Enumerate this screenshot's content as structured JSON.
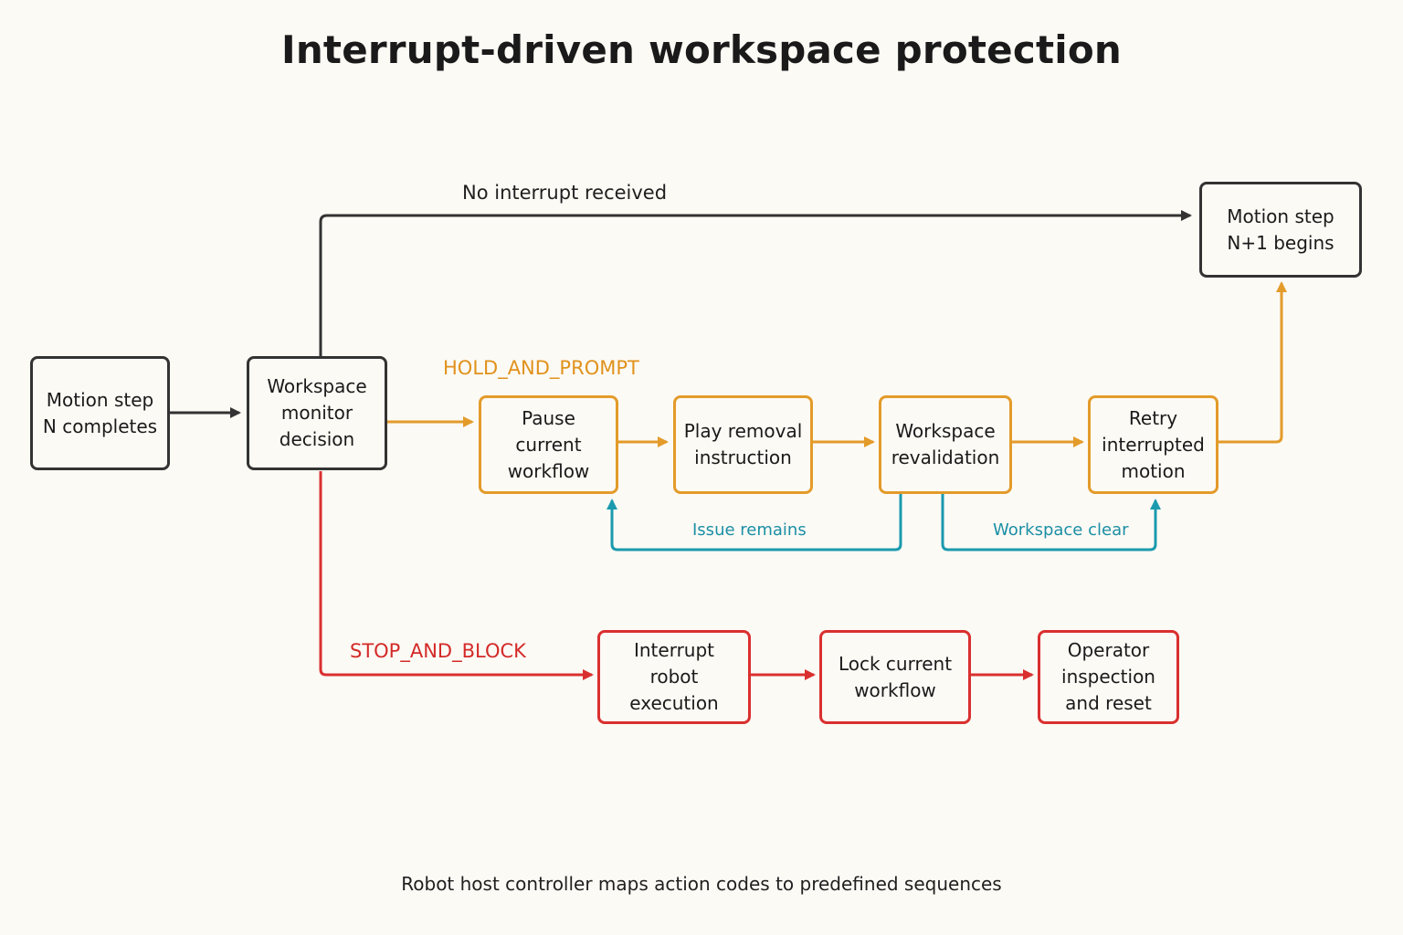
{
  "title": "Interrupt-driven workspace protection",
  "footer": "Robot host controller maps action codes to predefined sequences",
  "colors": {
    "neutral": "#333333",
    "hold": "#e39b2a",
    "stop": "#d9302f",
    "loop": "#1b9aae"
  },
  "nodes": {
    "step_n": "Motion step N completes",
    "monitor": "Workspace monitor decision",
    "next_step": "Motion step N+1 begins",
    "pause": "Pause current workflow",
    "play": "Play removal instruction",
    "revalidate": "Workspace revalidation",
    "retry": "Retry interrupted motion",
    "interrupt": "Interrupt robot execution",
    "lock": "Lock current workflow",
    "operator": "Operator inspection and reset"
  },
  "edges": {
    "no_interrupt": "No interrupt received",
    "hold": "HOLD_AND_PROMPT",
    "stop": "STOP_AND_BLOCK",
    "issue_remains": "Issue remains",
    "workspace_clear": "Workspace clear"
  }
}
